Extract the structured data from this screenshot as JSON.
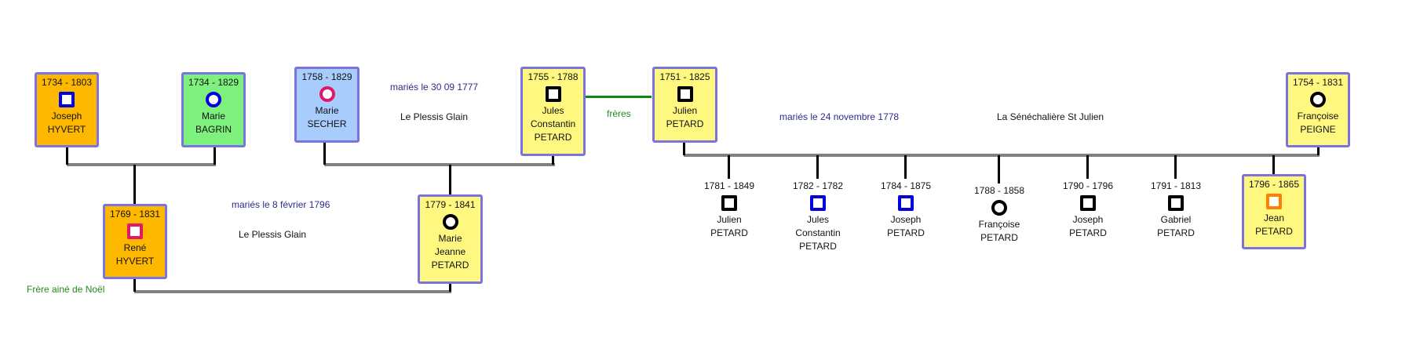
{
  "colors": {
    "card_border": "#7b74e0",
    "orange": "#ffb800",
    "green_card": "#7df07d",
    "blue_card": "#a8cdfc",
    "yellow": "#fff880",
    "male_blue": "#0000e0",
    "female_pink": "#e0186a",
    "male_orange": "#ff8000",
    "siblings_line": "#118811"
  },
  "persons": {
    "joseph_hyvert": {
      "dates": "1734 - 1803",
      "first": "Joseph",
      "last": "HYVERT",
      "sex": "male"
    },
    "marie_bagrin": {
      "dates": "1734 - 1829",
      "first": "Marie",
      "last": "BAGRIN",
      "sex": "female"
    },
    "rene_hyvert": {
      "dates": "1769 - 1831",
      "first": "René",
      "last": "HYVERT",
      "sex": "male"
    },
    "marie_secher": {
      "dates": "1758 - 1829",
      "first": "Marie",
      "last": "SECHER",
      "sex": "female"
    },
    "jules_constantin": {
      "dates": "1755 - 1788",
      "first": "Jules",
      "middle": "Constantin",
      "last": "PETARD",
      "sex": "male"
    },
    "marie_jeanne": {
      "dates": "1779 - 1841",
      "first": "Marie",
      "middle": "Jeanne",
      "last": "PETARD",
      "sex": "female"
    },
    "julien_petard": {
      "dates": "1751 - 1825",
      "first": "Julien",
      "last": "PETARD",
      "sex": "male"
    },
    "francoise_peigne": {
      "dates": "1754 - 1831",
      "first": "Françoise",
      "last": "PEIGNE",
      "sex": "female"
    },
    "jean_petard": {
      "dates": "1796 - 1865",
      "first": "Jean",
      "last": "PETARD",
      "sex": "male"
    }
  },
  "children": [
    {
      "dates": "1781 - 1849",
      "first": "Julien",
      "last": "PETARD",
      "sex": "male"
    },
    {
      "dates": "1782 - 1782",
      "first": "Jules",
      "middle": "Constantin",
      "last": "PETARD",
      "sex": "male"
    },
    {
      "dates": "1784 - 1875",
      "first": "Joseph",
      "last": "PETARD",
      "sex": "male"
    },
    {
      "dates": "1788 - 1858",
      "first": "Françoise",
      "last": "PETARD",
      "sex": "female"
    },
    {
      "dates": "1790 - 1796",
      "first": "Joseph",
      "last": "PETARD",
      "sex": "male"
    },
    {
      "dates": "1791 - 1813",
      "first": "Gabriel",
      "last": "PETARD",
      "sex": "male"
    }
  ],
  "labels": {
    "marriage_1777": "mariés le 30 09 1777",
    "place_1777": "Le Plessis Glain",
    "marriage_1796": "mariés le 8 février 1796",
    "place_1796": "Le Plessis Glain",
    "marriage_1778": "mariés le 24 novembre 1778",
    "place_1778": "La Sénéchalière St Julien",
    "siblings": "frères",
    "note_rene": "Frère ainé de Noël"
  }
}
